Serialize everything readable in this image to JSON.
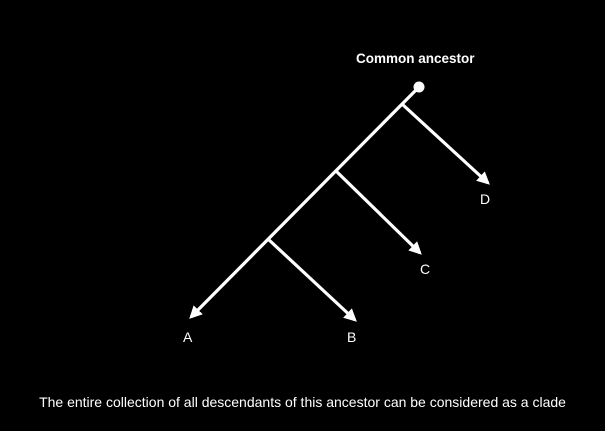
{
  "diagram": {
    "ancestor_label": "Common ancestor",
    "tips": [
      {
        "id": "a",
        "label": "A"
      },
      {
        "id": "b",
        "label": "B"
      },
      {
        "id": "c",
        "label": "C"
      },
      {
        "id": "d",
        "label": "D"
      }
    ],
    "caption": "The entire collection of all descendants of this ancestor can be considered as a clade",
    "colors": {
      "background": "#000000",
      "line": "#ffffff",
      "text": "#ffffff"
    }
  }
}
